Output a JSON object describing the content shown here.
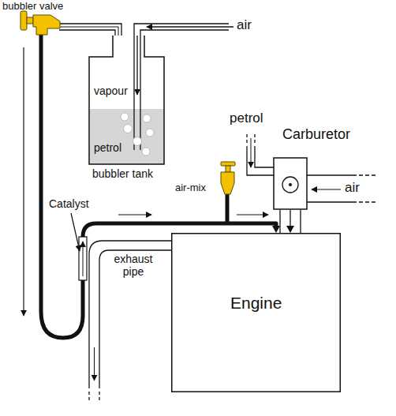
{
  "diagram": {
    "nodes": [
      {
        "text": [
          "vapour",
          "petrol",
          "bubbler tank"
        ]
      },
      {
        "text": [
          "Carburetor"
        ]
      },
      {
        "text": [
          "Engine"
        ]
      }
    ],
    "edges": [
      {
        "from": 0,
        "to": 2,
        "arrow": "to"
      },
      {
        "from": 1,
        "to": 2,
        "arrow": "to"
      }
    ],
    "labels": [
      "bubbler valve",
      "air",
      "petrol",
      "air",
      "air-mix",
      "Catalyst",
      "exhaust pipe"
    ]
  }
}
